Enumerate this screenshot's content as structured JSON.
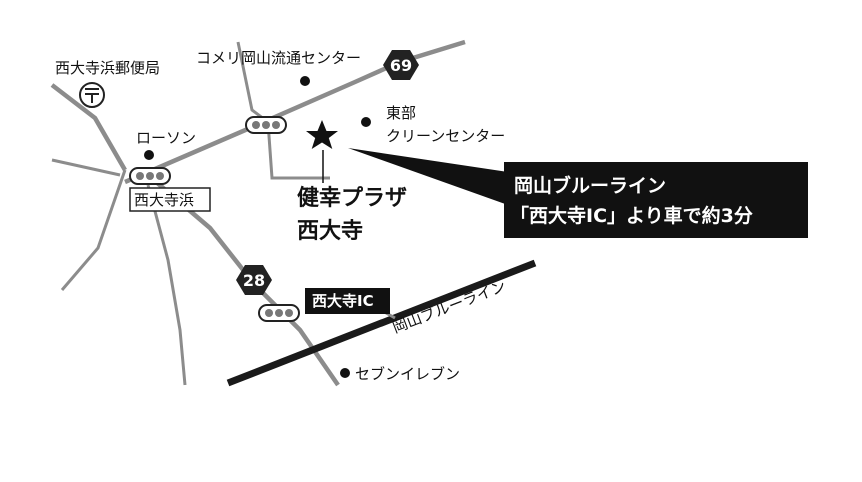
{
  "colors": {
    "road": "#8c8c8c",
    "highway": "#1a1a1a",
    "label_bg": "#111111",
    "label_text": "#ffffff",
    "text": "#111111"
  },
  "places": {
    "post_office": "西大寺浜郵便局",
    "komeri": "コメリ岡山流通センター",
    "lawson": "ローソン",
    "east_cleaner_1": "東部",
    "east_cleaner_2": "クリーンセンター",
    "saidaiji_hama": "西大寺浜",
    "seven_eleven": "セブンイレブン"
  },
  "destination": {
    "line1": "健幸プラザ",
    "line2": "西大寺"
  },
  "route_numbers": {
    "r69": "69",
    "r28": "28"
  },
  "highway": {
    "name": "岡山ブルーライン",
    "ic_label": "西大寺IC"
  },
  "callout": {
    "line1": "岡山ブルーライン",
    "line2": "「西大寺IC」より車で約3分"
  },
  "icons": [
    "post-office-icon",
    "traffic-signal-icon",
    "star-destination-icon",
    "route-shield-icon"
  ]
}
